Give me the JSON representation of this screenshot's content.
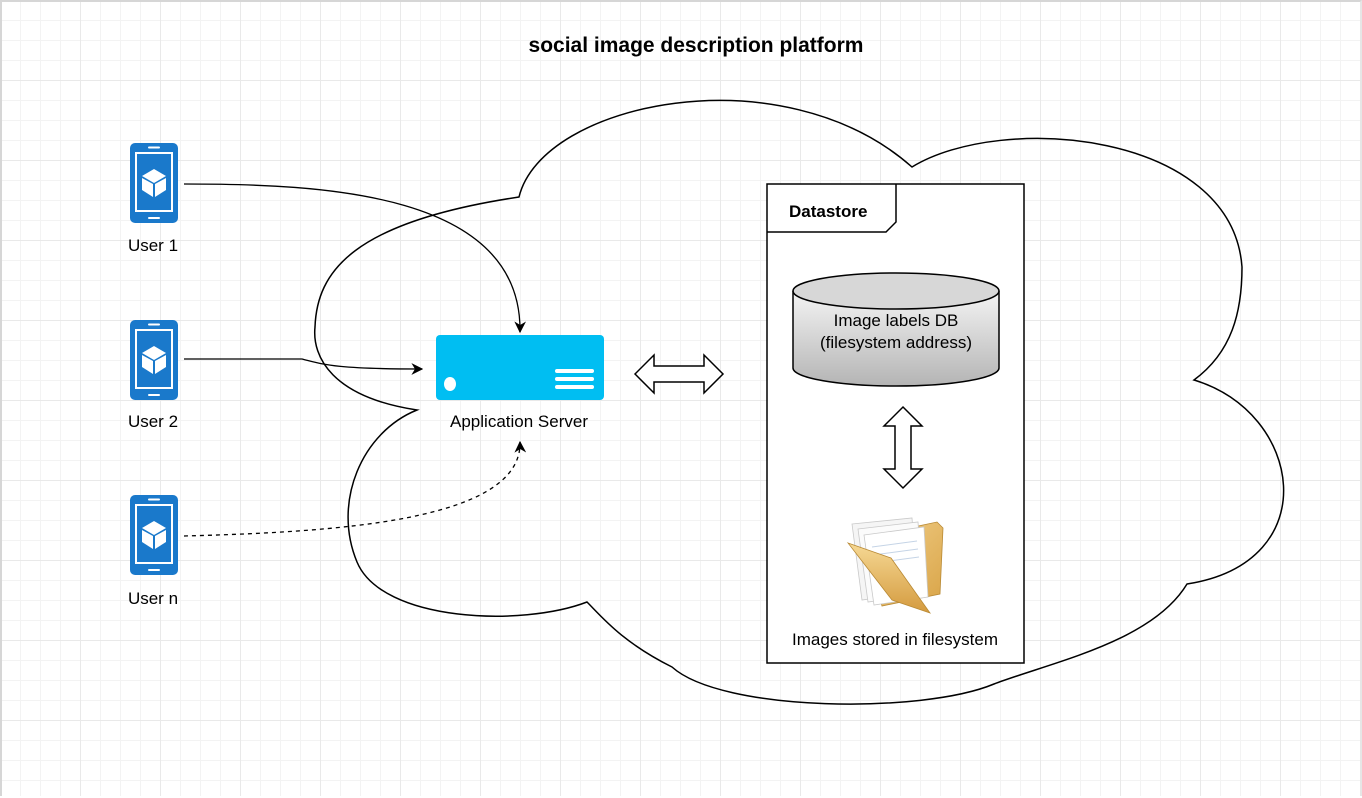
{
  "title": "social image description platform",
  "users": [
    {
      "label": "User 1",
      "connection": "solid"
    },
    {
      "label": "User 2",
      "connection": "solid"
    },
    {
      "label": "User n",
      "connection": "dashed"
    }
  ],
  "server": {
    "label": "Application Server"
  },
  "datastore": {
    "label": "Datastore",
    "db": {
      "line1": "Image labels DB",
      "line2": "(filesystem address)"
    },
    "files": {
      "label": "Images stored in filesystem"
    }
  },
  "colors": {
    "phone_blue": "#1a79cb",
    "server_cyan": "#00bef2",
    "db_gray": "#c8c8c8",
    "folder_yellow": "#e7b861"
  },
  "icons": {
    "user_device": "mobile-phone-icon",
    "server": "server-icon",
    "files": "folder-icon",
    "cloud": "cloud-shape"
  }
}
